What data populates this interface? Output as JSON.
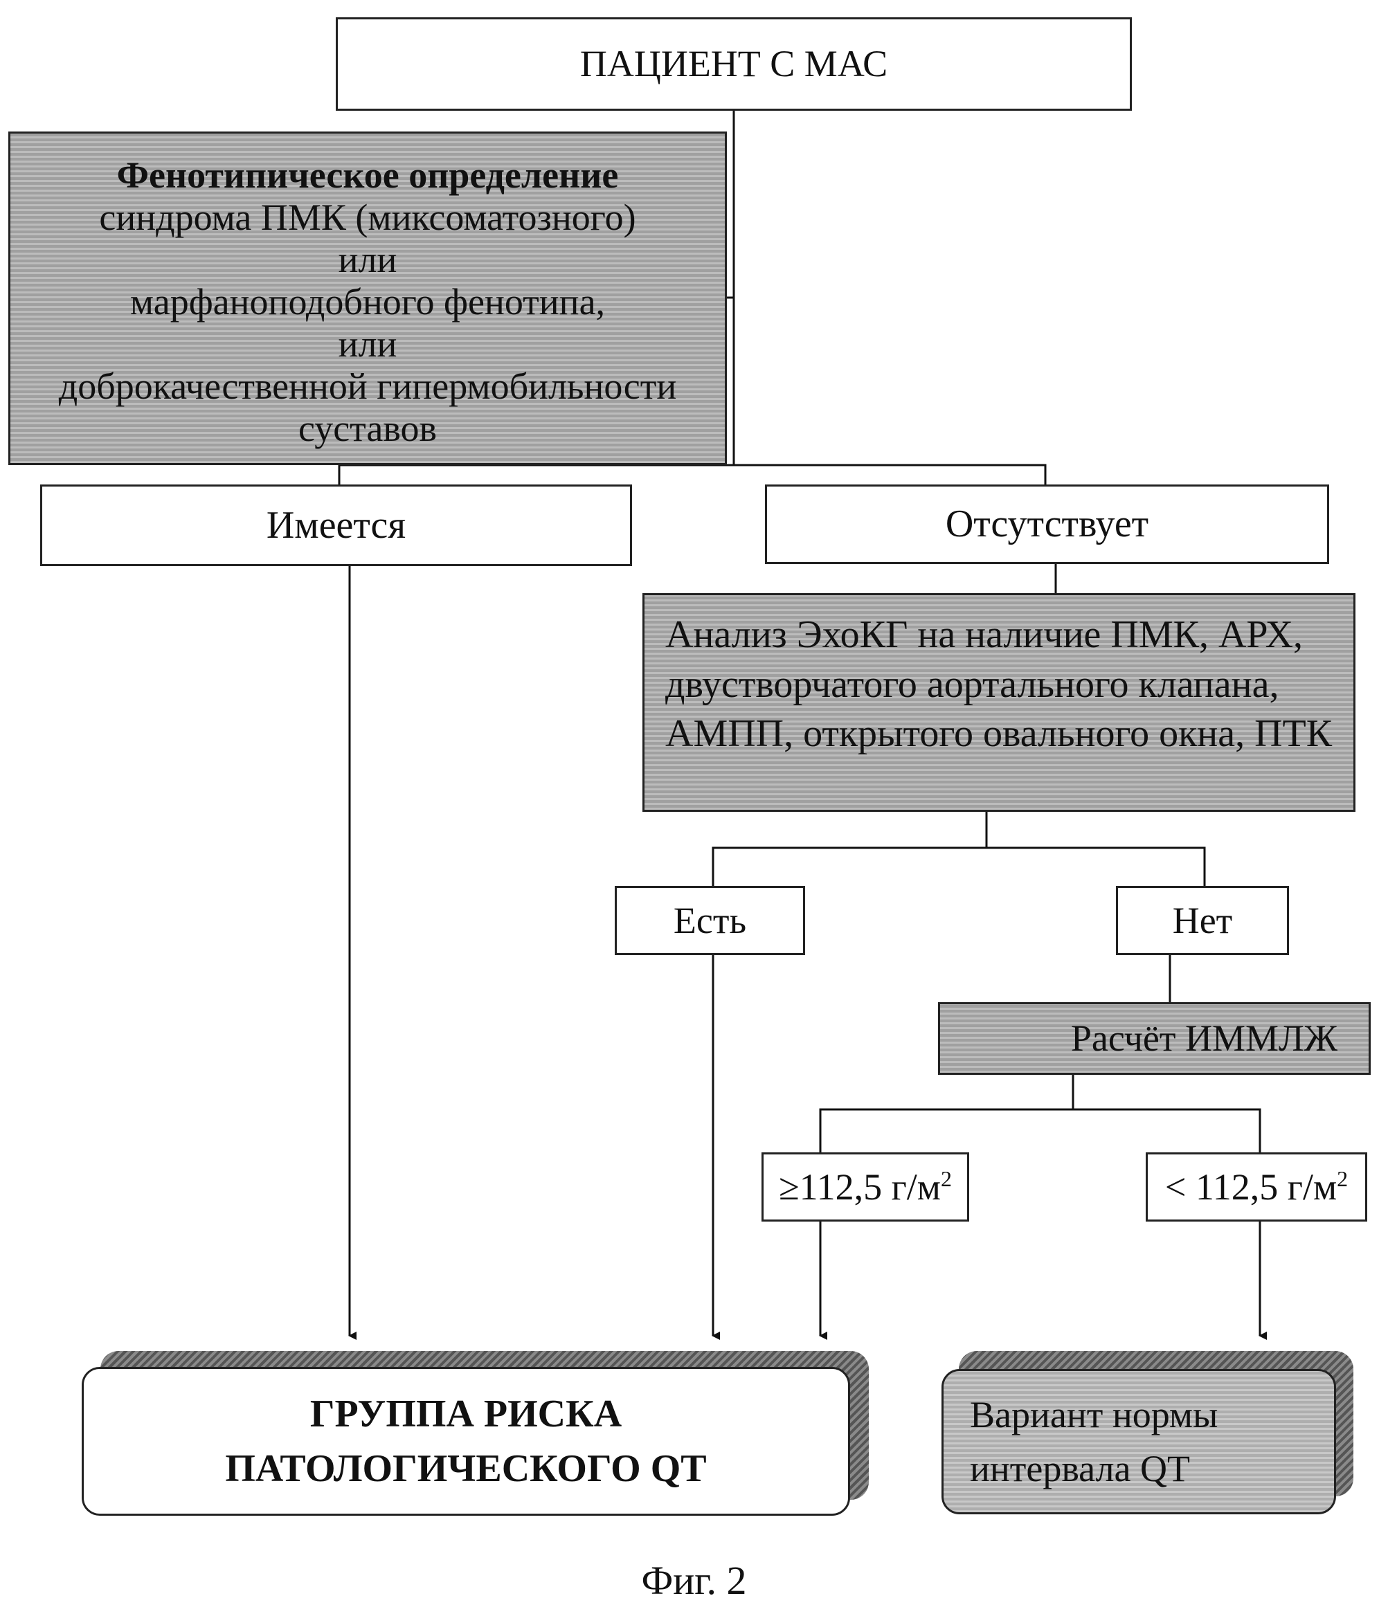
{
  "nodes": {
    "patient": "ПАЦИЕНТ С МАС",
    "phenotype": {
      "title": "Фенотипическое определение",
      "lines": [
        "синдрома ПМК (миксоматозного)",
        "или",
        "марфаноподобного фенотипа,",
        "или",
        "доброкачественной гипермобильности",
        "суставов"
      ]
    },
    "present": "Имеется",
    "absent": "Отсутствует",
    "echo": "Анализ ЭхоКГ на наличие ПМК, АРХ, двустворчатого аортального клапана, АМПП, открытого овального окна, ПТК",
    "yes": "Есть",
    "no": "Нет",
    "lvmi_calc": "Расчёт ИММЛЖ",
    "ge": {
      "text": "≥112,5 г/м",
      "sup": "2"
    },
    "lt": {
      "text": "< 112,5 г/м",
      "sup": "2"
    },
    "risk": {
      "line1": "ГРУППА РИСКА",
      "line2": "ПАТОЛОГИЧЕСКОГО QT"
    },
    "norm": {
      "line1": "Вариант нормы",
      "line2": "интервала QT"
    }
  },
  "caption": "Фиг. 2"
}
